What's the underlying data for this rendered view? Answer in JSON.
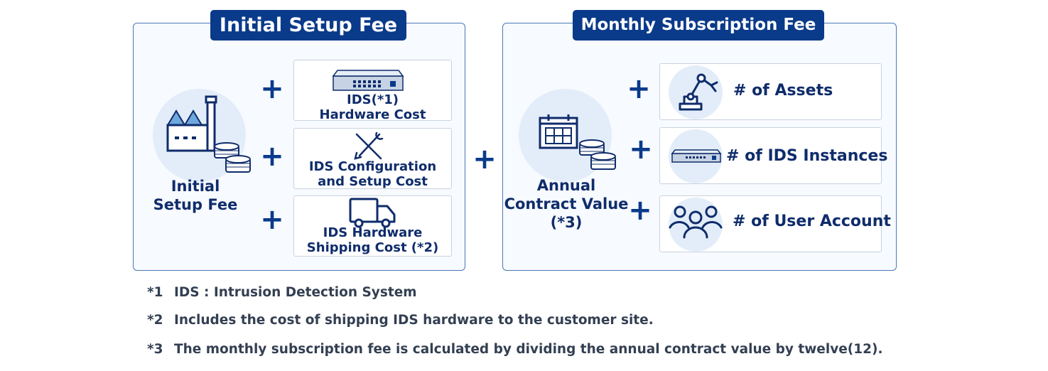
{
  "setup": {
    "title": "Initial Setup Fee",
    "label_line1": "Initial",
    "label_line2": "Setup Fee",
    "items": [
      {
        "line1": "IDS(*1)",
        "line2": "Hardware Cost",
        "icon": "ids-hardware-icon"
      },
      {
        "line1": "IDS Configuration",
        "line2": "and Setup Cost",
        "icon": "tools-icon"
      },
      {
        "line1": "IDS Hardware",
        "line2": "Shipping Cost (*2)",
        "icon": "truck-icon"
      }
    ]
  },
  "subscription": {
    "title": "Monthly Subscription Fee",
    "label_line1": "Annual",
    "label_line2": "Contract Value",
    "label_line3": "(*3)",
    "items": [
      {
        "text": "# of Assets",
        "icon": "robot-arm-icon"
      },
      {
        "text": "# of IDS Instances",
        "icon": "ids-device-icon"
      },
      {
        "text": "# of User Account",
        "icon": "users-icon"
      }
    ]
  },
  "plus_symbol": "+",
  "notes": [
    {
      "num": "*1",
      "text": "IDS : Intrusion Detection System"
    },
    {
      "num": "*2",
      "text": "Includes the cost of shipping IDS hardware to the customer site."
    },
    {
      "num": "*3",
      "text": "The monthly subscription fee is calculated by dividing the annual contract value by twelve(12)."
    }
  ],
  "colors": {
    "navy": "#0a3a8a",
    "text": "#0f2c6b",
    "circle": "#e3edf9",
    "border": "#4a78b8"
  }
}
